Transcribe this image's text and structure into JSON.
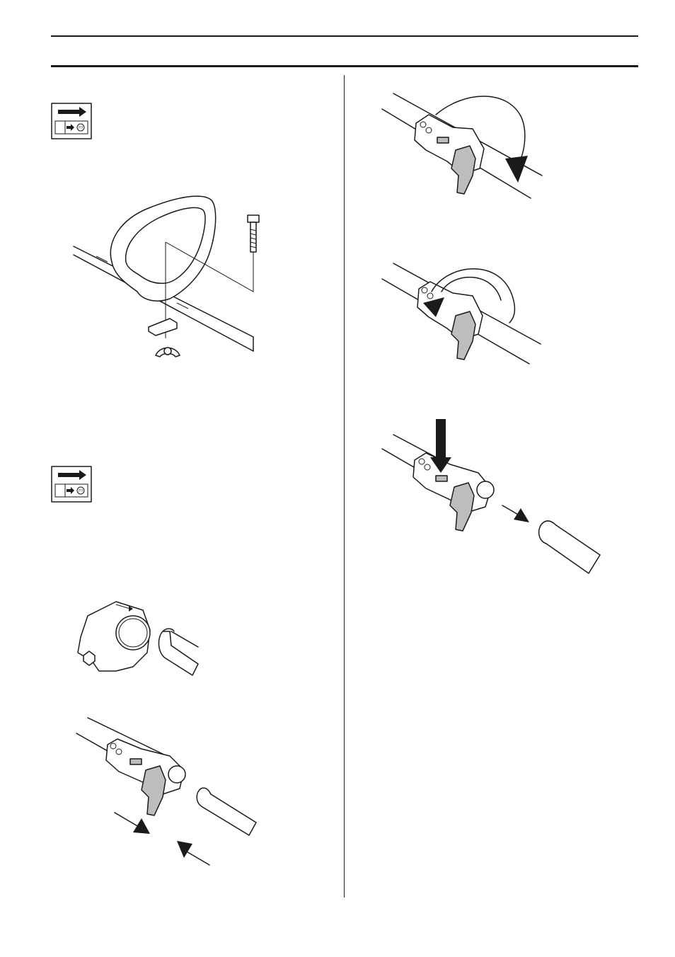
{
  "page": {
    "header_rules": 2
  },
  "icons": {
    "assembly_icon_1": "arrow-box-icon",
    "assembly_icon_2": "arrow-box-icon",
    "icon_badge_text": "?!?"
  },
  "figures": [
    {
      "name": "handle-assembly-figure",
      "depicts": "loop-handle-bolt-wingnut"
    },
    {
      "name": "coupling-loosen-figure",
      "depicts": "knob-rotate-arrow"
    },
    {
      "name": "coupling-open-figure",
      "depicts": "knob-rotate-arrow"
    },
    {
      "name": "coupling-release-figure",
      "depicts": "press-button-pull-shaft"
    },
    {
      "name": "coupling-closeup-figure",
      "depicts": "coupling-and-shaft"
    },
    {
      "name": "coupling-join-figure",
      "depicts": "push-together-arrows"
    }
  ]
}
